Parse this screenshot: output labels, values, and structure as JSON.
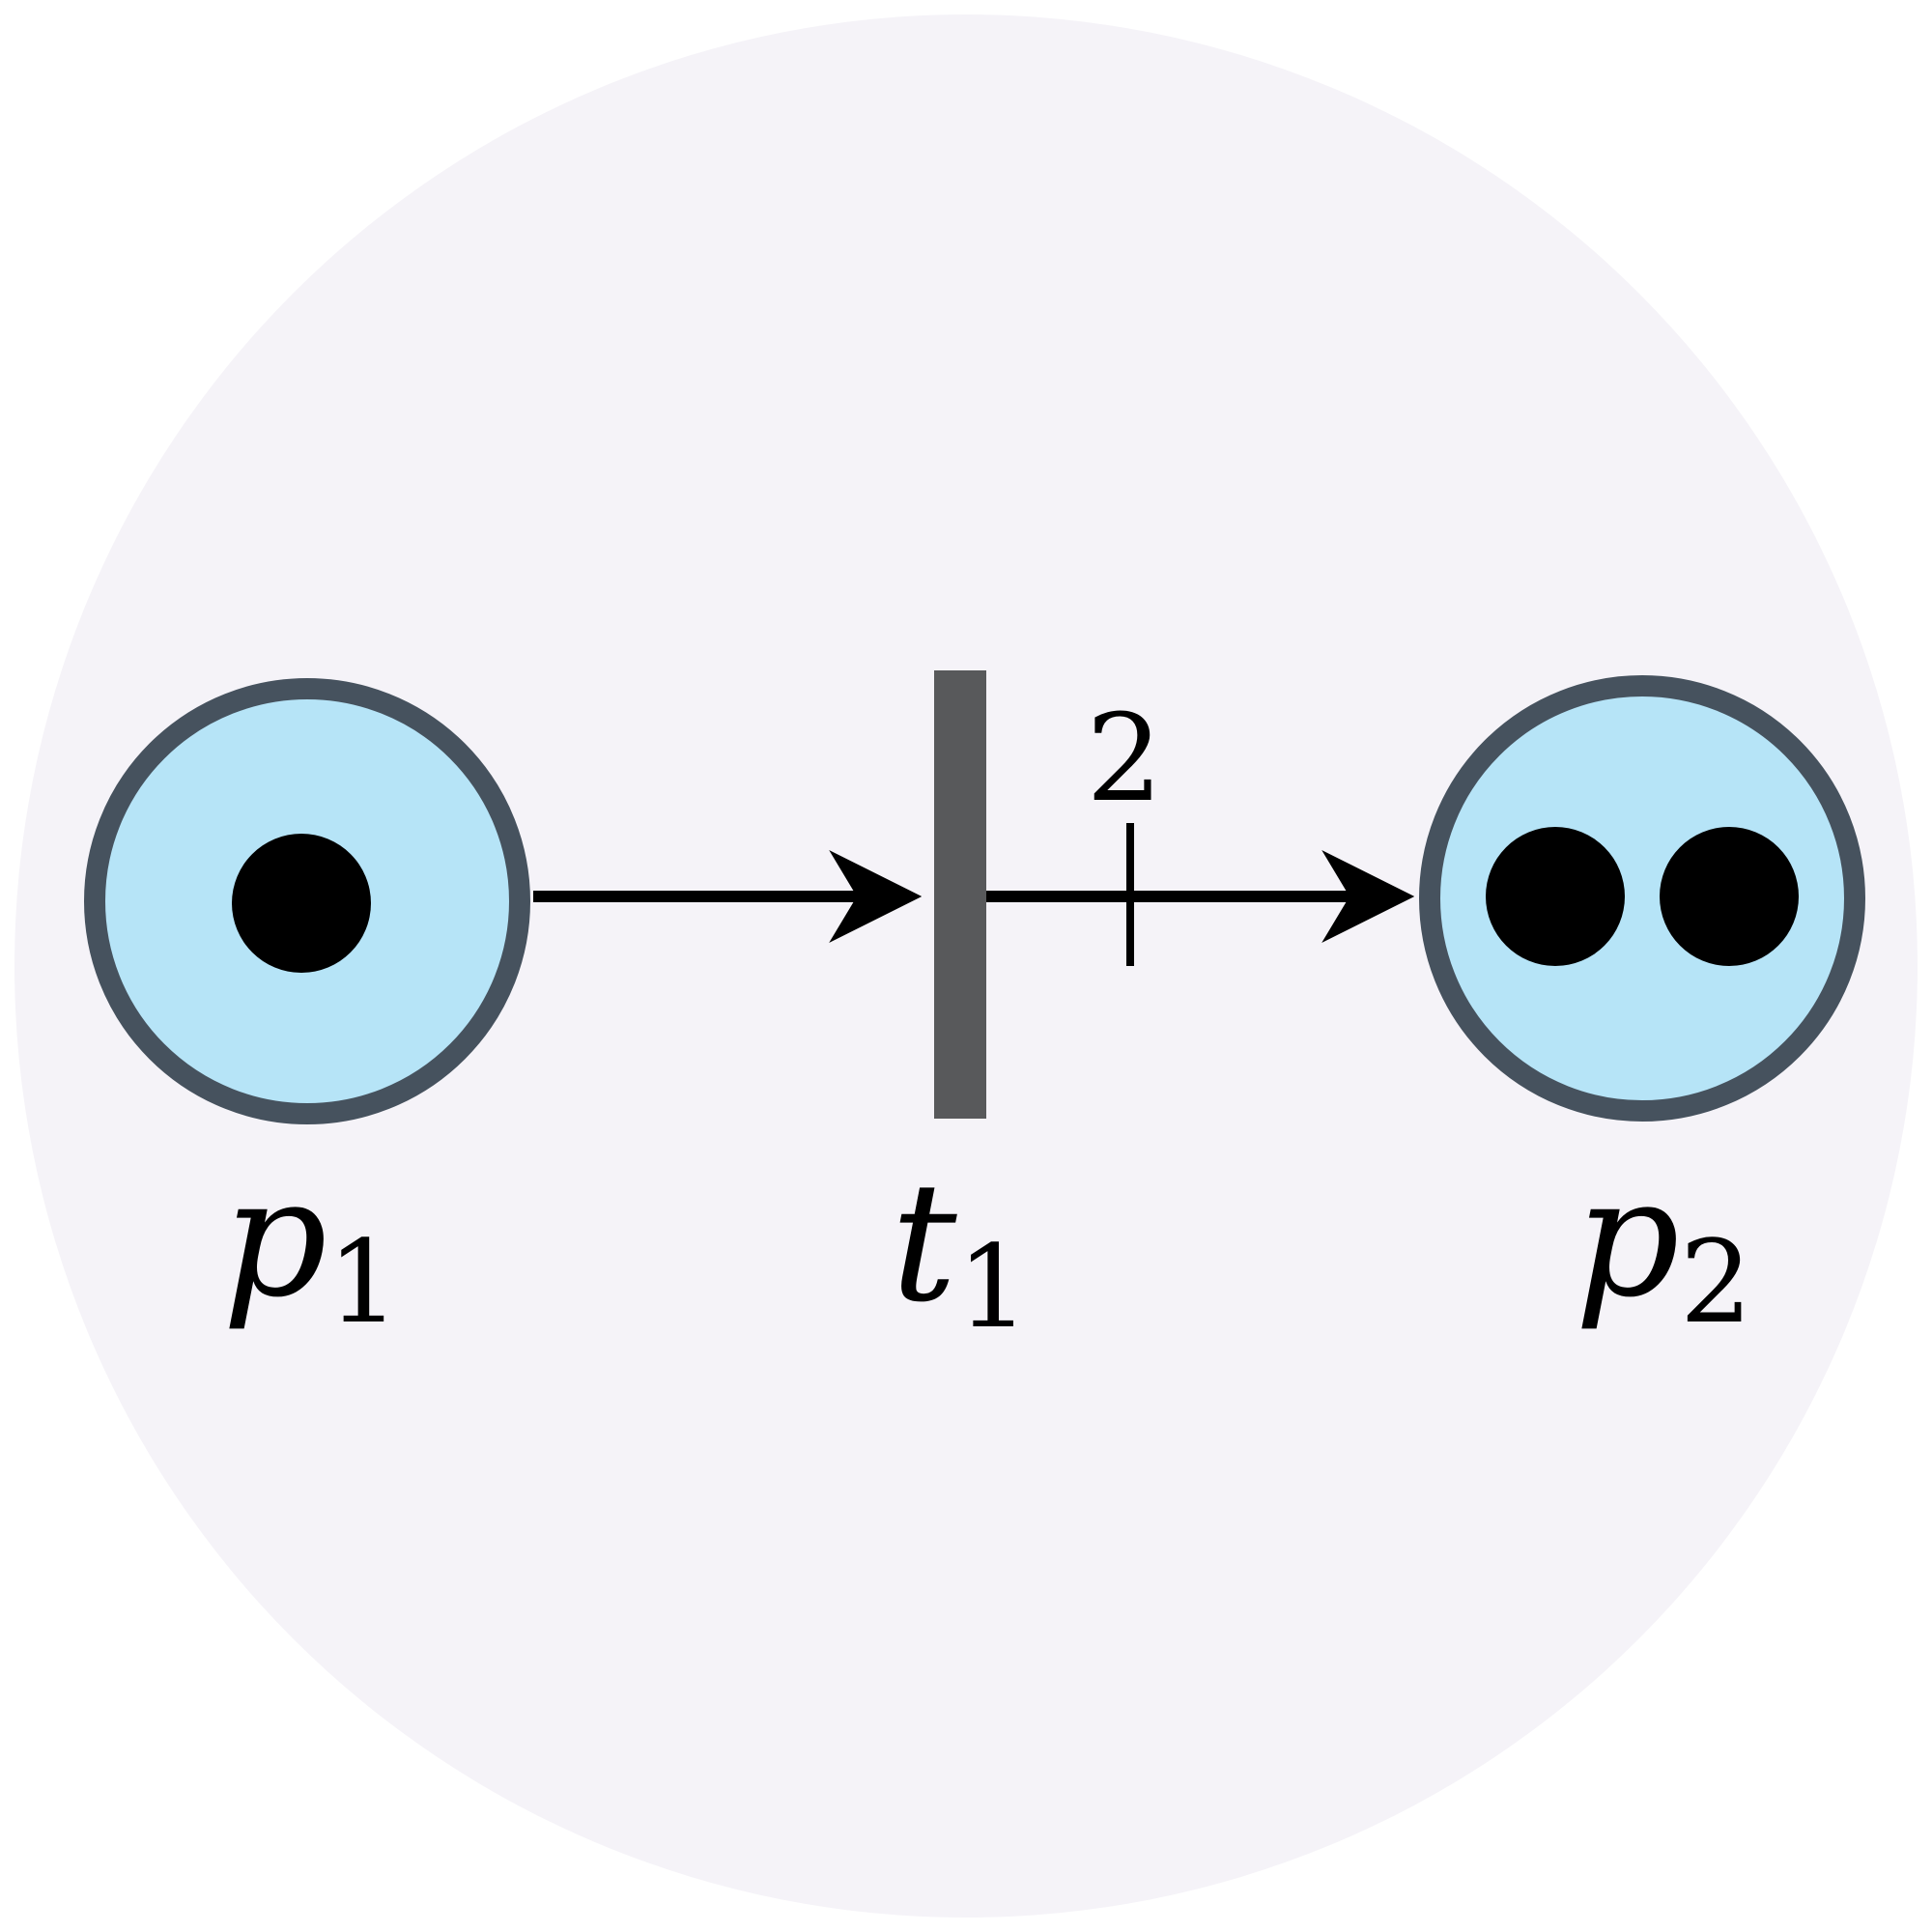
{
  "diagram": {
    "type": "petri-net",
    "colors": {
      "canvas_background": "#ffffff",
      "disc_background": "#f5f3f8",
      "place_fill": "#b6e4f7",
      "place_stroke": "#46525e",
      "transition_fill": "#58595b",
      "arc_color": "#000000",
      "token_color": "#000000"
    },
    "places": [
      {
        "id": "p1",
        "label_base": "p",
        "label_sub": "1",
        "tokens": 1
      },
      {
        "id": "p2",
        "label_base": "p",
        "label_sub": "2",
        "tokens": 2
      }
    ],
    "transitions": [
      {
        "id": "t1",
        "label_base": "t",
        "label_sub": "1"
      }
    ],
    "arcs": [
      {
        "from": "p1",
        "to": "t1",
        "weight": 1,
        "weight_label": ""
      },
      {
        "from": "t1",
        "to": "p2",
        "weight": 2,
        "weight_label": "2"
      }
    ]
  }
}
